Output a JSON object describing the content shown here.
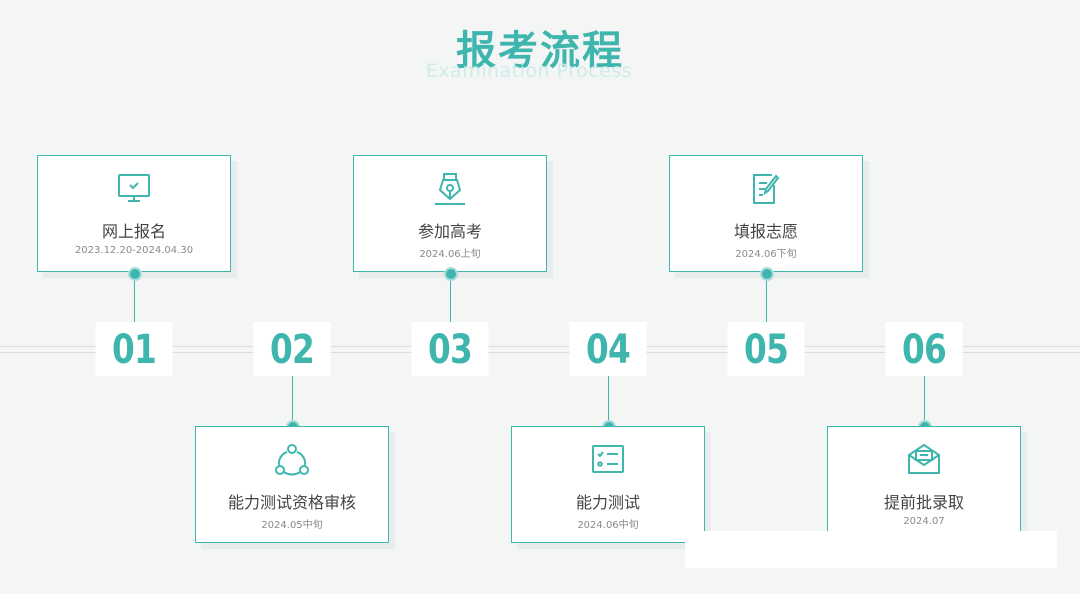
{
  "header": {
    "title": "报考流程",
    "subtitle": "Examination Process"
  },
  "colors": {
    "accent": "#3fb6ad",
    "background": "#f4f5f5"
  },
  "steps": [
    {
      "number": "01",
      "name": "网上报名",
      "date": "2023.12.20-2024.04.30",
      "icon": "monitor-check-icon"
    },
    {
      "number": "02",
      "name": "能力测试资格审核",
      "date": "2024.05中旬",
      "icon": "share-nodes-icon"
    },
    {
      "number": "03",
      "name": "参加高考",
      "date": "2024.06上旬",
      "icon": "pen-nib-icon"
    },
    {
      "number": "04",
      "name": "能力测试",
      "date": "2024.06中旬",
      "icon": "checklist-icon"
    },
    {
      "number": "05",
      "name": "填报志愿",
      "date": "2024.06下旬",
      "icon": "edit-document-icon"
    },
    {
      "number": "06",
      "name": "提前批录取",
      "date": "2024.07",
      "icon": "open-envelope-icon"
    }
  ]
}
